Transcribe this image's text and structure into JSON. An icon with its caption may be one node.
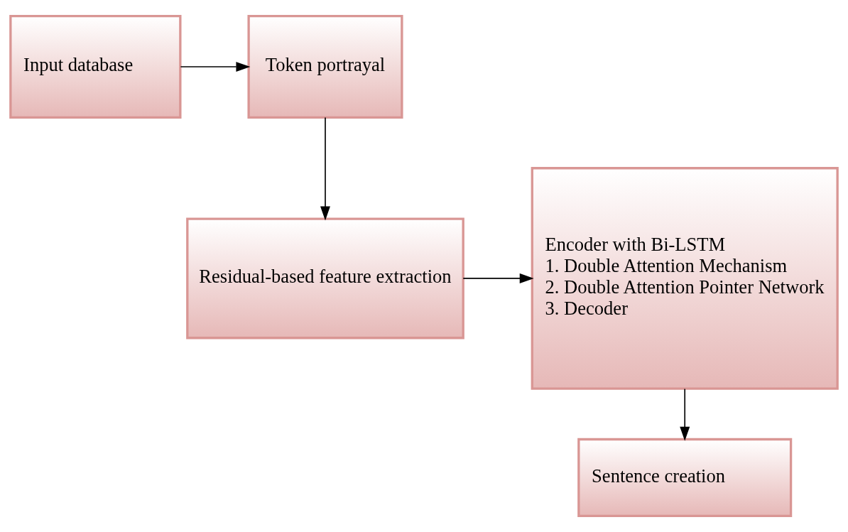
{
  "diagram": {
    "nodes": [
      {
        "text": [
          "Input database"
        ]
      },
      {
        "text": [
          "Token portrayal"
        ]
      },
      {
        "text": [
          "Residual-based feature extraction"
        ]
      },
      {
        "text": [
          "Encoder with Bi-LSTM",
          "1. Double Attention Mechanism",
          "2. Double Attention Pointer Network",
          "3. Decoder"
        ]
      },
      {
        "text": [
          "Sentence creation"
        ]
      }
    ],
    "edges": [
      {
        "from": 0,
        "to": 1,
        "arrow": "to"
      },
      {
        "from": 1,
        "to": 2,
        "arrow": "to"
      },
      {
        "from": 2,
        "to": 3,
        "arrow": "to"
      },
      {
        "from": 3,
        "to": 4,
        "arrow": "to"
      }
    ]
  }
}
